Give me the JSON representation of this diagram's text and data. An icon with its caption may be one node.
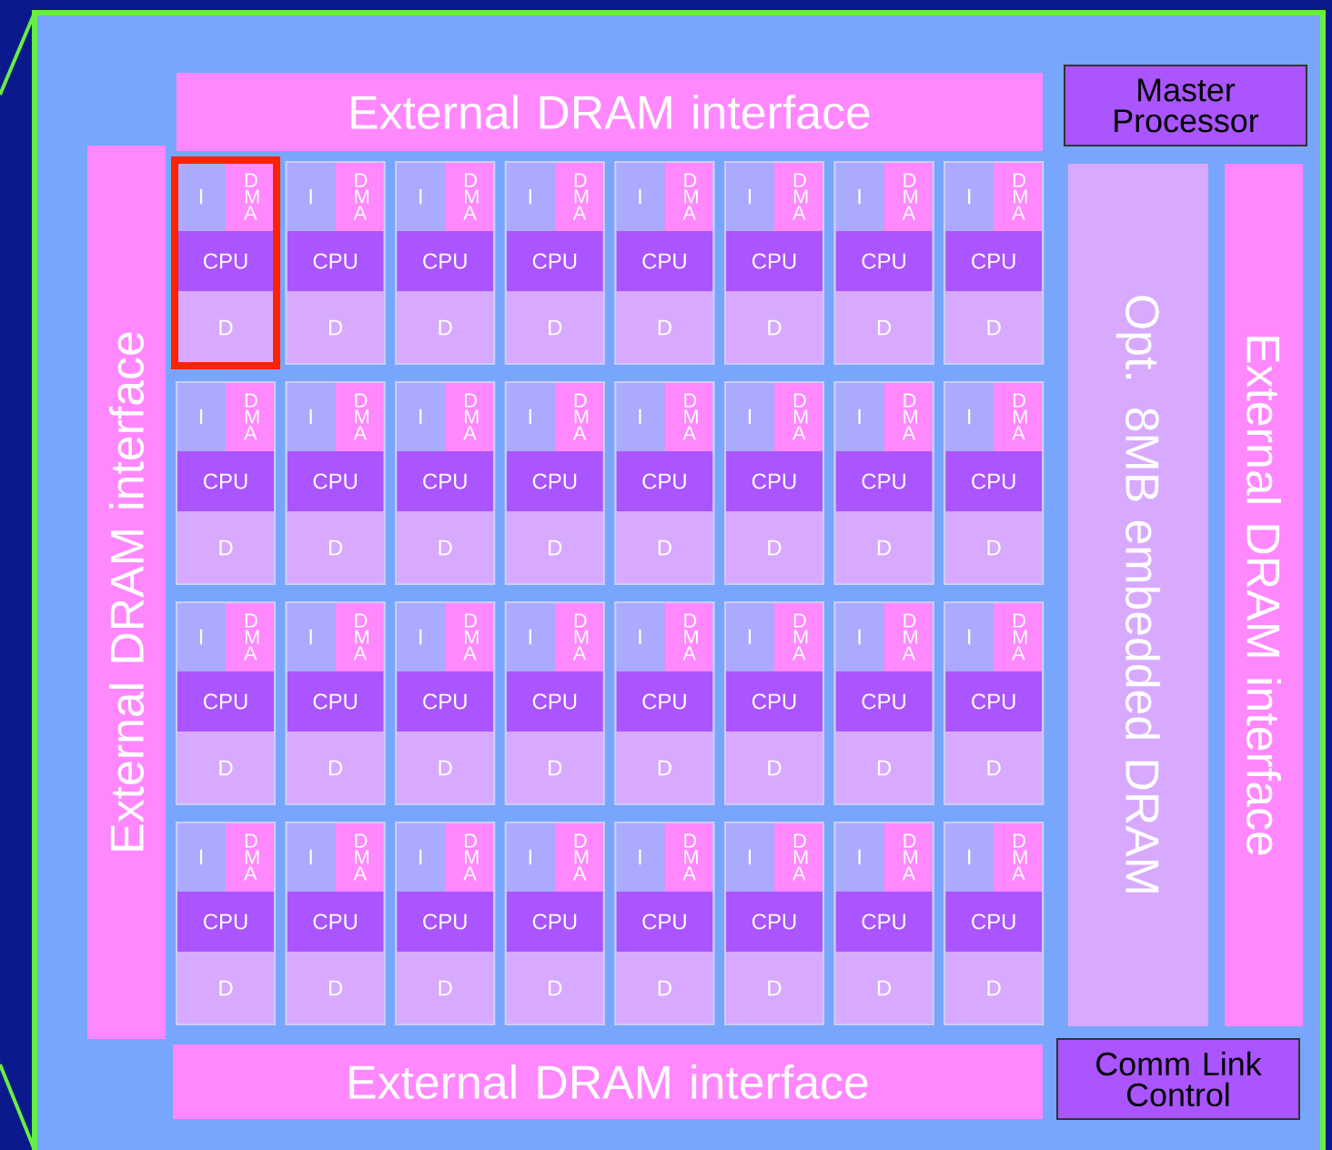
{
  "diagram": {
    "nodes": [
      {
        "text": [
          "External DRAM interface"
        ]
      },
      {
        "text": [
          "Master Processor"
        ]
      },
      {
        "text": [
          "External DRAM interface"
        ]
      },
      {
        "text": [
          "I",
          "D M A",
          "CPU",
          "D"
        ]
      },
      {
        "text": [
          "I",
          "D M A",
          "CPU",
          "D"
        ]
      },
      {
        "text": [
          "I",
          "D M A",
          "CPU",
          "D"
        ]
      },
      {
        "text": [
          "I",
          "D M A",
          "CPU",
          "D"
        ]
      },
      {
        "text": [
          "I",
          "D M A",
          "CPU",
          "D"
        ]
      },
      {
        "text": [
          "I",
          "D M A",
          "CPU",
          "D"
        ]
      },
      {
        "text": [
          "I",
          "D M A",
          "CPU",
          "D"
        ]
      },
      {
        "text": [
          "I",
          "D M A",
          "CPU",
          "D"
        ]
      },
      {
        "text": [
          "I",
          "D M A",
          "CPU",
          "D"
        ]
      },
      {
        "text": [
          "I",
          "D M A",
          "CPU",
          "D"
        ]
      },
      {
        "text": [
          "I",
          "D M A",
          "CPU",
          "D"
        ]
      },
      {
        "text": [
          "I",
          "D M A",
          "CPU",
          "D"
        ]
      },
      {
        "text": [
          "I",
          "D M A",
          "CPU",
          "D"
        ]
      },
      {
        "text": [
          "I",
          "D M A",
          "CPU",
          "D"
        ]
      },
      {
        "text": [
          "I",
          "D M A",
          "CPU",
          "D"
        ]
      },
      {
        "text": [
          "I",
          "D M A",
          "CPU",
          "D"
        ]
      },
      {
        "text": [
          "I",
          "D M A",
          "CPU",
          "D"
        ]
      },
      {
        "text": [
          "I",
          "D M A",
          "CPU",
          "D"
        ]
      },
      {
        "text": [
          "I",
          "D M A",
          "CPU",
          "D"
        ]
      },
      {
        "text": [
          "I",
          "D M A",
          "CPU",
          "D"
        ]
      },
      {
        "text": [
          "I",
          "D M A",
          "CPU",
          "D"
        ]
      },
      {
        "text": [
          "I",
          "D M A",
          "CPU",
          "D"
        ]
      },
      {
        "text": [
          "I",
          "D M A",
          "CPU",
          "D"
        ]
      },
      {
        "text": [
          "I",
          "D M A",
          "CPU",
          "D"
        ]
      },
      {
        "text": [
          "I",
          "D M A",
          "CPU",
          "D"
        ]
      },
      {
        "text": [
          "I",
          "D M A",
          "CPU",
          "D"
        ]
      },
      {
        "text": [
          "I",
          "D M A",
          "CPU",
          "D"
        ]
      },
      {
        "text": [
          "I",
          "D M A",
          "CPU",
          "D"
        ]
      },
      {
        "text": [
          "I",
          "D M A",
          "CPU",
          "D"
        ]
      },
      {
        "text": [
          "I",
          "D M A",
          "CPU",
          "D"
        ]
      },
      {
        "text": [
          "I",
          "D M A",
          "CPU",
          "D"
        ]
      },
      {
        "text": [
          "I",
          "D M A",
          "CPU",
          "D"
        ]
      },
      {
        "text": [
          "Opt. 8MB embedded DRAM"
        ]
      },
      {
        "text": [
          "External DRAM interface"
        ]
      },
      {
        "text": [
          "External DRAM interface"
        ]
      },
      {
        "text": [
          "Comm Link Control"
        ]
      }
    ]
  }
}
